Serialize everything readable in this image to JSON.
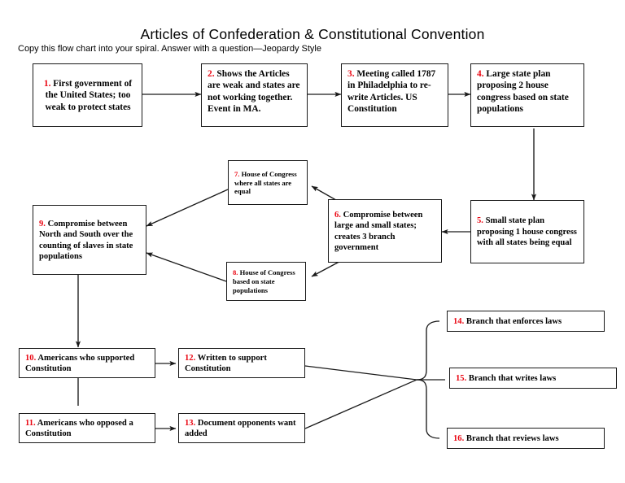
{
  "header": {
    "title": "Articles of Confederation & Constitutional Convention",
    "subtitle": "Copy this flow chart into your spiral.  Answer with a question—Jeopardy Style"
  },
  "style": {
    "number_color": "#ea0612",
    "box_border_color": "#1a1a1a",
    "line_color": "#1a1a1a",
    "background": "#ffffff"
  },
  "nodes": [
    {
      "id": 1,
      "number": "1.",
      "text": "First government of the United States; too weak to protect states"
    },
    {
      "id": 2,
      "number": "2.",
      "text": "Shows the Articles are weak and states are not working together. Event in MA."
    },
    {
      "id": 3,
      "number": "3.",
      "text": "Meeting called 1787 in Philadelphia to re-write Articles. US Constitution"
    },
    {
      "id": 4,
      "number": "4.",
      "text": "Large state plan proposing 2 house congress based on state populations"
    },
    {
      "id": 5,
      "number": "5.",
      "text": "Small state plan proposing 1 house congress with all states being equal"
    },
    {
      "id": 6,
      "number": "6.",
      "text": "Compromise between large and small states; creates 3 branch government"
    },
    {
      "id": 7,
      "number": "7.",
      "text": "House of Congress where all states are equal"
    },
    {
      "id": 8,
      "number": "8.",
      "text": "House of Congress based on state populations"
    },
    {
      "id": 9,
      "number": "9.",
      "text": "Compromise between North and South over the counting of slaves in state populations"
    },
    {
      "id": 10,
      "number": "10.",
      "text": "Americans who supported Constitution"
    },
    {
      "id": 11,
      "number": "11.",
      "text": "Americans who opposed a Constitution"
    },
    {
      "id": 12,
      "number": "12.",
      "text": "Written to support Constitution"
    },
    {
      "id": 13,
      "number": "13.",
      "text": "Document opponents want added"
    },
    {
      "id": 14,
      "number": "14.",
      "text": "Branch that enforces laws"
    },
    {
      "id": 15,
      "number": "15.",
      "text": "Branch that writes laws"
    },
    {
      "id": 16,
      "number": "16.",
      "text": "Branch that reviews laws"
    }
  ]
}
